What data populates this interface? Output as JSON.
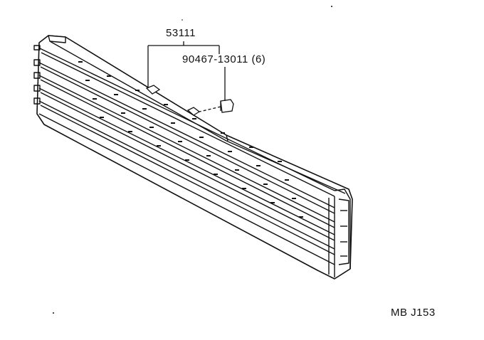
{
  "callouts": {
    "main_part_number": "53111",
    "clip_part_number": "90467-13011 (6)"
  },
  "diagram_code": "MB J153",
  "colors": {
    "ink": "#111111",
    "paper": "#ffffff"
  }
}
